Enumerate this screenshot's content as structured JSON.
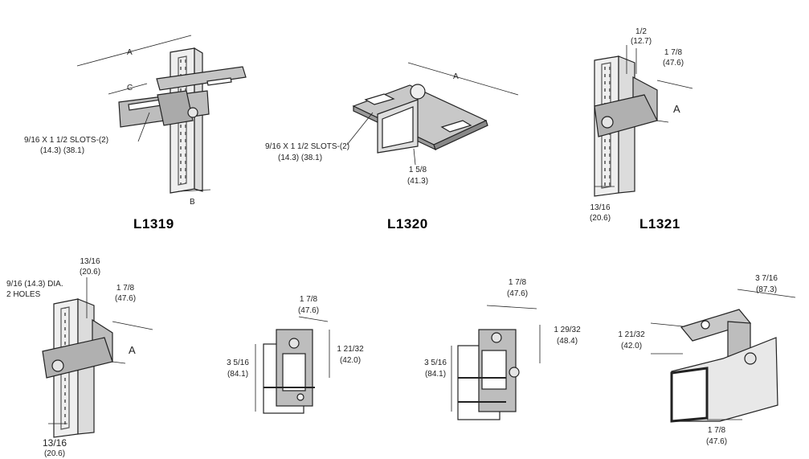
{
  "captions": {
    "l1319": "L1319",
    "l1320": "L1320",
    "l1321": "L1321"
  },
  "fig1": {
    "dim_a": "A",
    "dim_b": "B",
    "dim_c": "C",
    "slots": "9/16 X 1 1/2 SLOTS-(2)",
    "slots_mm": "(14.3)   (38.1)"
  },
  "fig2": {
    "dim_a": "A",
    "slots": "9/16 X 1 1/2 SLOTS-(2)",
    "slots_mm": "(14.3)      (38.1)",
    "height": "1 5/8",
    "height_mm": "(41.3)"
  },
  "fig3": {
    "top": "1/2",
    "top_mm": "(12.7)",
    "width": "1 7/8",
    "width_mm": "(47.6)",
    "dim_a": "A",
    "bottom": "13/16",
    "bottom_mm": "(20.6)"
  },
  "fig4": {
    "holes": "9/16 (14.3) DIA.",
    "holes2": "2 HOLES",
    "top": "13/16",
    "top_mm": "(20.6)",
    "width": "1 7/8",
    "width_mm": "(47.6)",
    "dim_a": "A",
    "bottom": "13/16",
    "bottom_mm": "(20.6)"
  },
  "fig5": {
    "width": "1 7/8",
    "width_mm": "(47.6)",
    "left": "3 5/16",
    "left_mm": "(84.1)",
    "right": "1 21/32",
    "right_mm": "(42.0)"
  },
  "fig6": {
    "width": "1 7/8",
    "width_mm": "(47.6)",
    "left": "3 5/16",
    "left_mm": "(84.1)",
    "right": "1 29/32",
    "right_mm": "(48.4)"
  },
  "fig7": {
    "top": "3 7/16",
    "top_mm": "(87.3)",
    "left": "1 21/32",
    "left_mm": "(42.0)",
    "bottom": "1 7/8",
    "bottom_mm": "(47.6)"
  }
}
